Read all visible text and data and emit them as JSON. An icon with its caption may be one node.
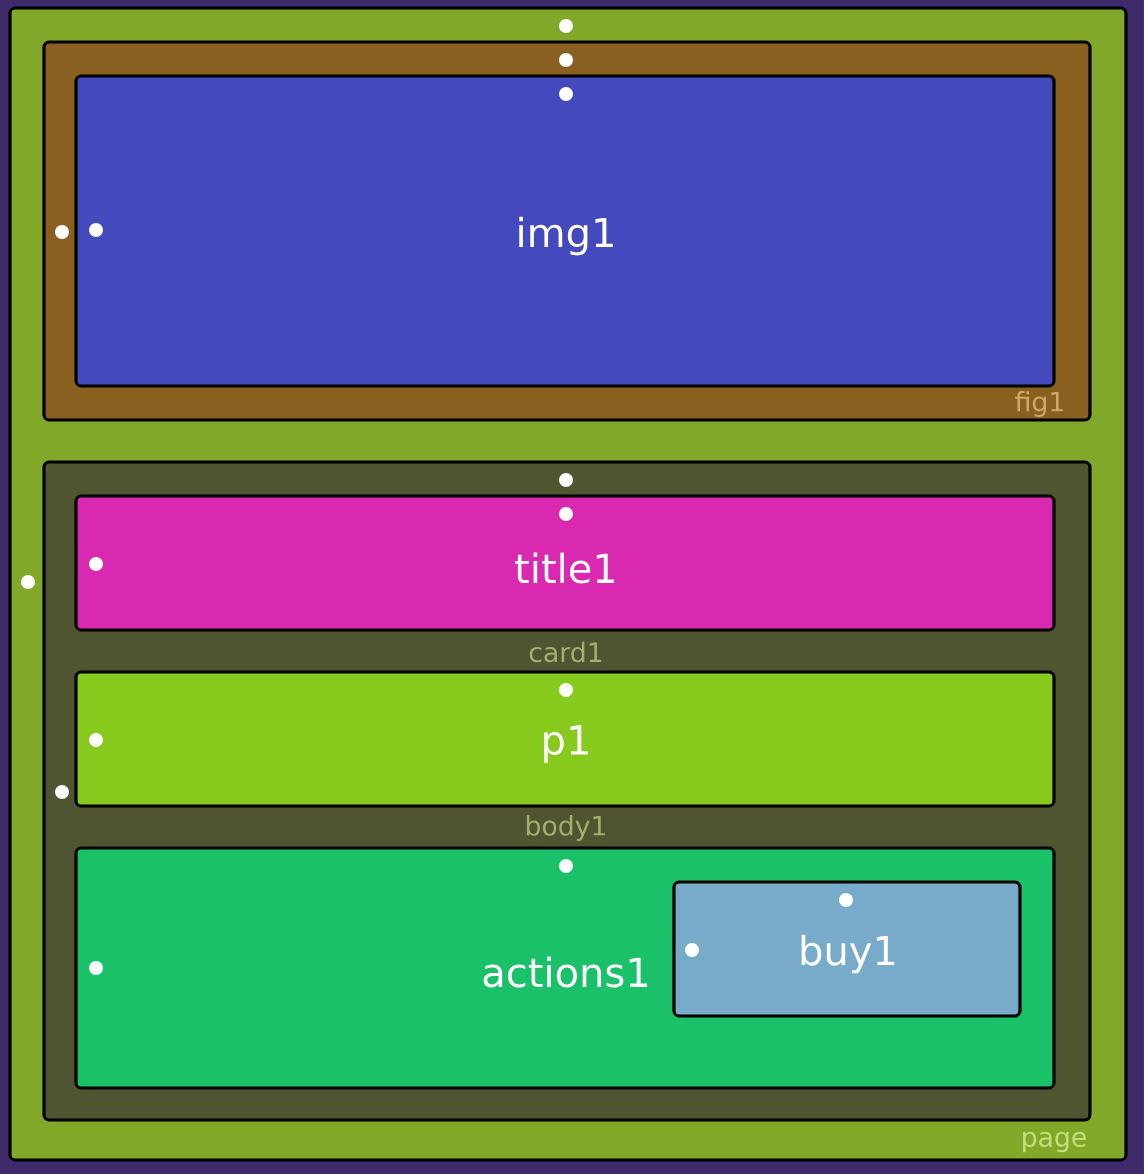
{
  "diagram": {
    "nodes": [
      {
        "text": [
          "page"
        ]
      },
      {
        "text": [
          "fig1"
        ],
        "in": 0
      },
      {
        "text": [
          "img1"
        ],
        "in": 1
      },
      {
        "text": [
          "card1",
          "body1"
        ],
        "in": 0
      },
      {
        "text": [
          "title1"
        ],
        "in": 3
      },
      {
        "text": [
          "p1"
        ],
        "in": 3
      },
      {
        "text": [
          "actions1"
        ],
        "in": 3
      },
      {
        "text": [
          "buy1"
        ],
        "in": 6
      }
    ]
  }
}
